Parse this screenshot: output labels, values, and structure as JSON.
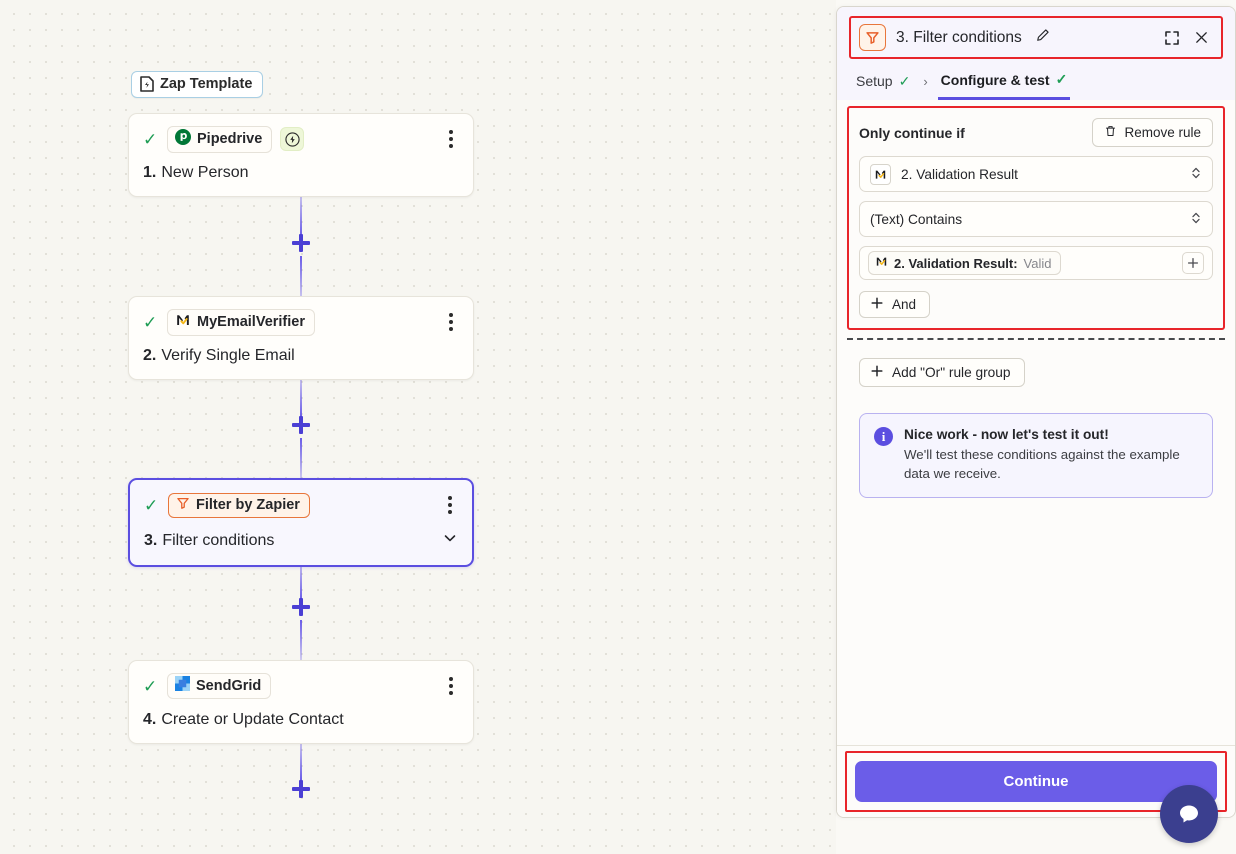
{
  "canvas": {
    "template_badge": {
      "label": "Zap Template",
      "icon": "file-bolt-icon"
    },
    "nodes": [
      {
        "check": "✓",
        "app": "Pipedrive",
        "app_icon": "pipedrive-icon",
        "has_bolt": true,
        "bolt_icon": "trigger-bolt-icon",
        "num": "1.",
        "title": "New Person",
        "selected": false,
        "has_chevron": false
      },
      {
        "check": "✓",
        "app": "MyEmailVerifier",
        "app_icon": "myemailverifier-icon",
        "has_bolt": false,
        "num": "2.",
        "title": "Verify Single Email",
        "selected": false,
        "has_chevron": false
      },
      {
        "check": "✓",
        "app": "Filter by Zapier",
        "app_icon": "filter-funnel-icon",
        "has_bolt": false,
        "num": "3.",
        "title": "Filter conditions",
        "selected": true,
        "has_chevron": true
      },
      {
        "check": "✓",
        "app": "SendGrid",
        "app_icon": "sendgrid-icon",
        "has_bolt": false,
        "num": "4.",
        "title": "Create or Update Contact",
        "selected": false,
        "has_chevron": false
      }
    ],
    "add_step_label": "+"
  },
  "panel": {
    "header": {
      "icon": "filter-funnel-icon",
      "title": "3. Filter conditions",
      "edit_icon": "pencil-icon",
      "expand_icon": "expand-icon",
      "close_icon": "close-icon"
    },
    "tabs": [
      {
        "label": "Setup",
        "complete": "✓",
        "active": false
      },
      {
        "separator": "›"
      },
      {
        "label": "Configure & test",
        "complete": "✓",
        "active": true
      }
    ],
    "rule_group": {
      "heading": "Only continue if",
      "remove_rule_label": "Remove rule",
      "remove_rule_icon": "trash-icon",
      "field_select": {
        "icon": "myemailverifier-icon",
        "value": "2. Validation Result",
        "caret_icon": "chevron-updown-icon"
      },
      "operator_select": {
        "value": "(Text) Contains",
        "caret_icon": "chevron-updown-icon"
      },
      "value_field": {
        "token_icon": "myemailverifier-icon",
        "token_label": "2. Validation Result:",
        "token_value": "Valid",
        "add_icon": "plus-icon"
      },
      "and_button": {
        "label": "And",
        "icon": "plus-icon"
      }
    },
    "or_group_button": {
      "label": "Add \"Or\" rule group",
      "icon": "plus-icon"
    },
    "info": {
      "icon": "info-icon",
      "title": "Nice work - now let's test it out!",
      "body": "We'll test these conditions against the example data we receive."
    },
    "footer": {
      "continue_label": "Continue"
    }
  },
  "chat": {
    "icon": "chat-bubble-icon"
  },
  "colors": {
    "accent_purple": "#6b5de8",
    "highlight_red": "#e8252a",
    "filter_orange": "#e8763b",
    "success_green": "#1f9d55",
    "canvas_bg": "#f7f6f1"
  }
}
